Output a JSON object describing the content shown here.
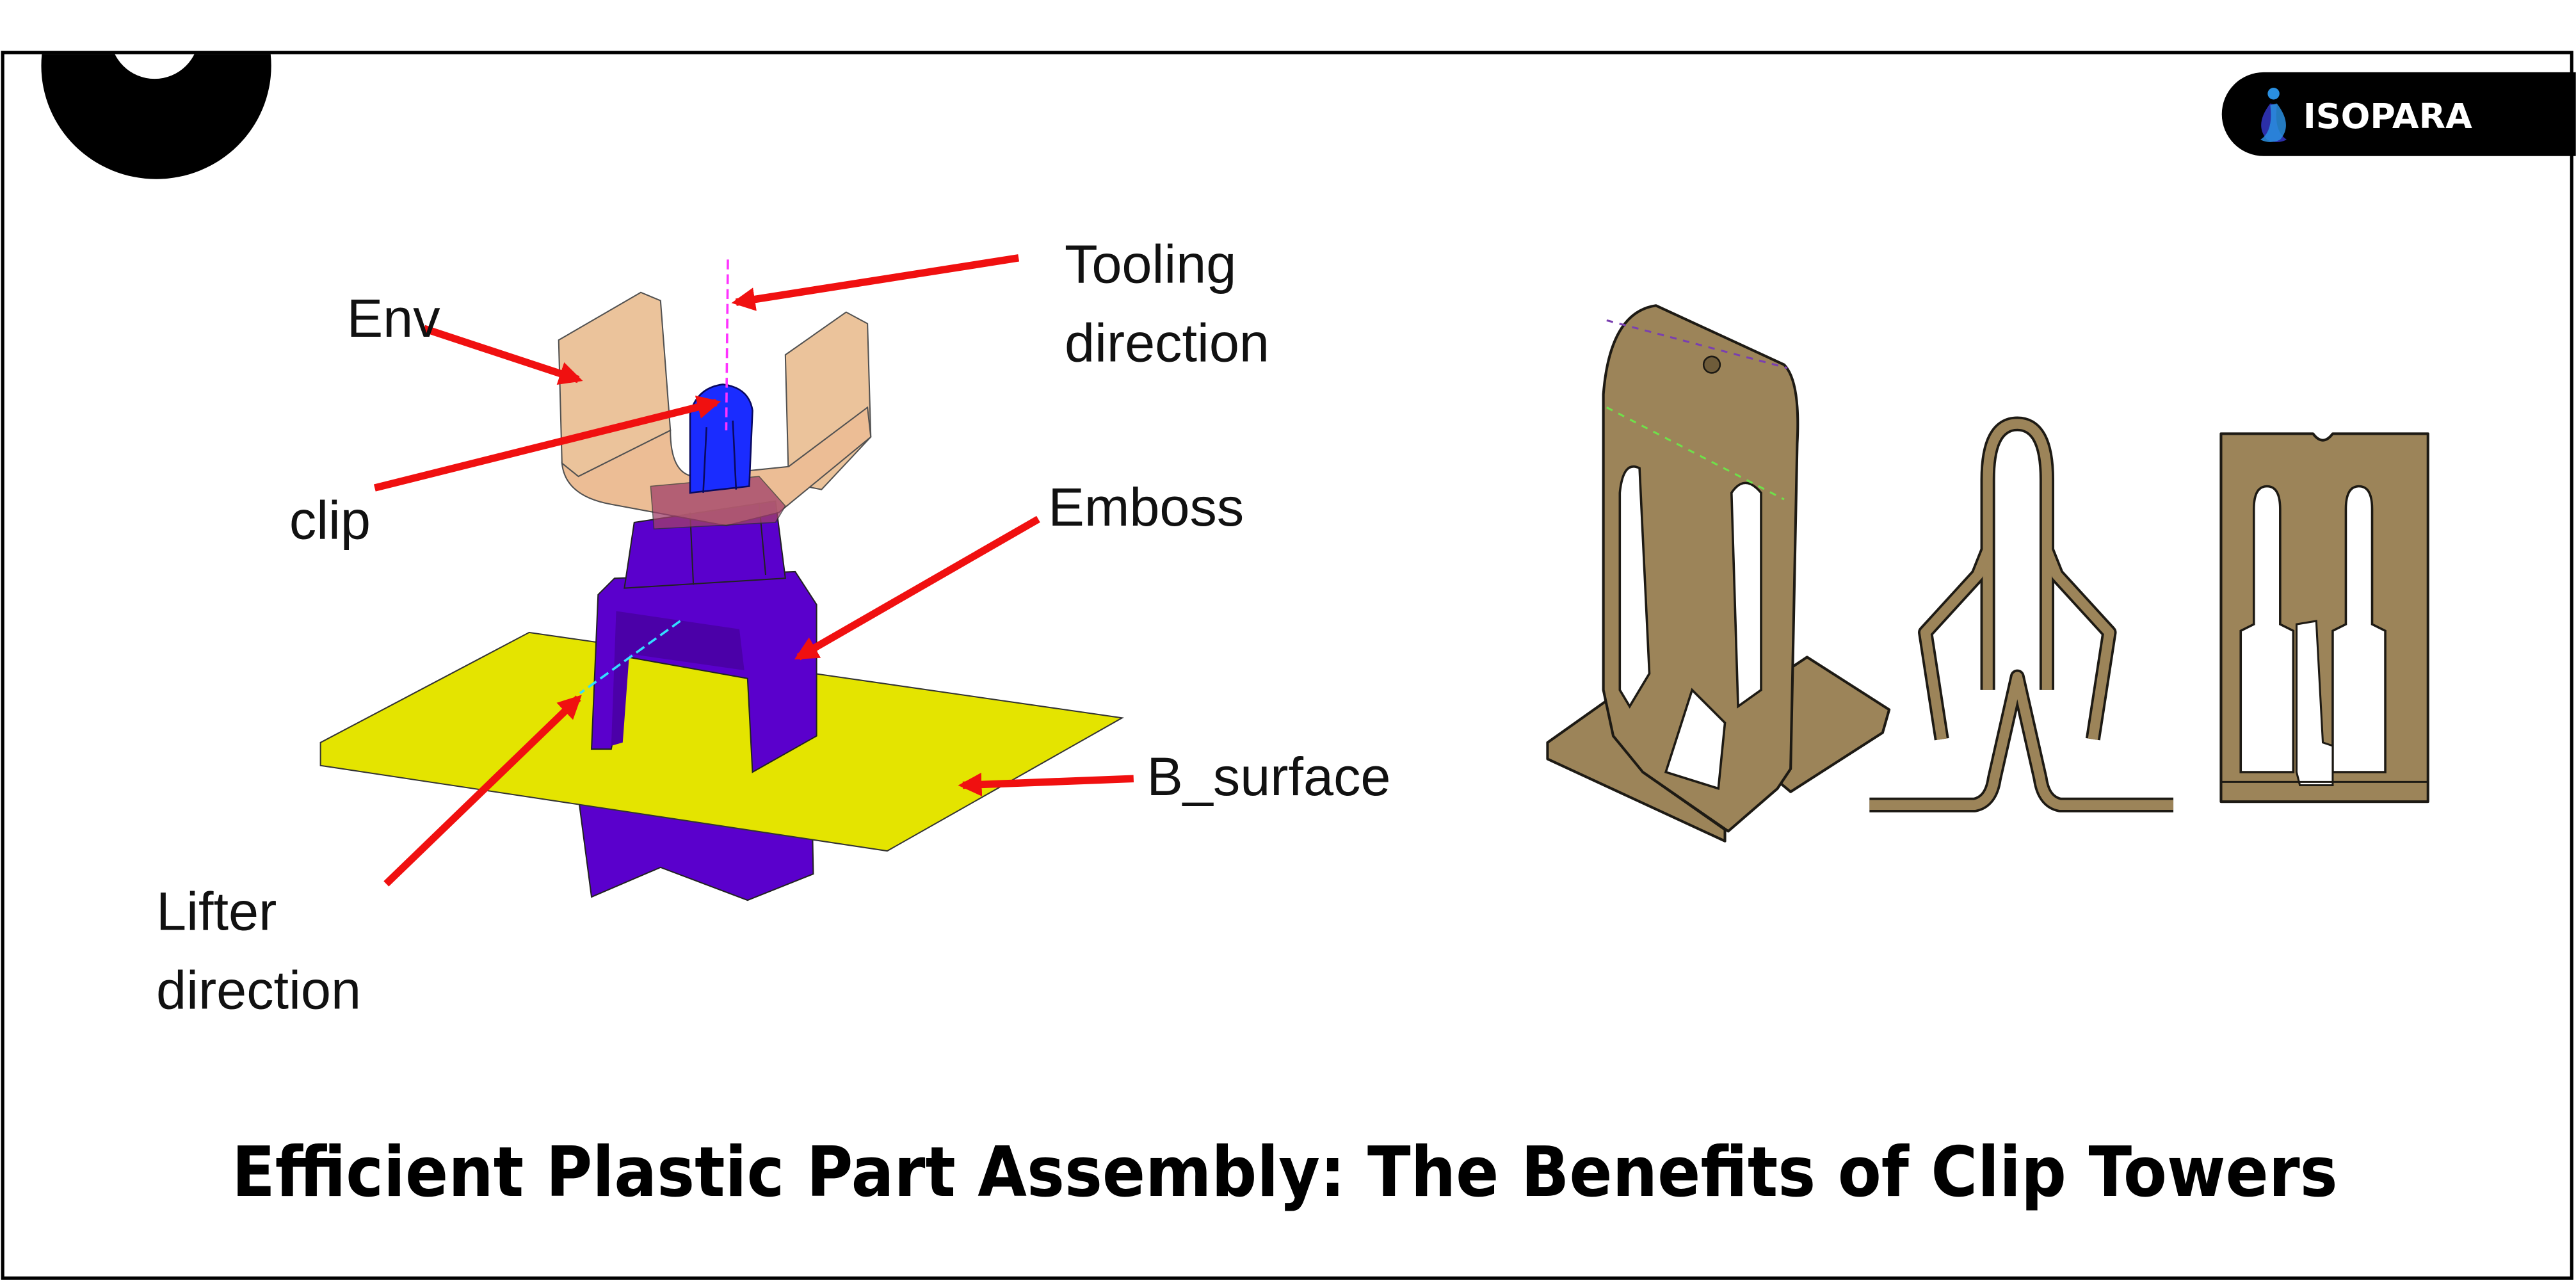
{
  "brand": {
    "name": "ISOPARA"
  },
  "labels": {
    "env": "Env",
    "tooling_line1": "Tooling",
    "tooling_line2": "direction",
    "clip": "clip",
    "emboss": "Emboss",
    "b_surface": "B_surface",
    "lifter_line1": "Lifter",
    "lifter_line2": "direction"
  },
  "title": "Efficient Plastic Part Assembly: The Benefits of Clip Towers",
  "colors": {
    "arrow": "#f01010",
    "b_surface": "#e4e400",
    "tower": "#5a00cc",
    "env": "#e8b98a",
    "clip_blue": "#1a2cff",
    "metal_clip": "#9c8459"
  }
}
